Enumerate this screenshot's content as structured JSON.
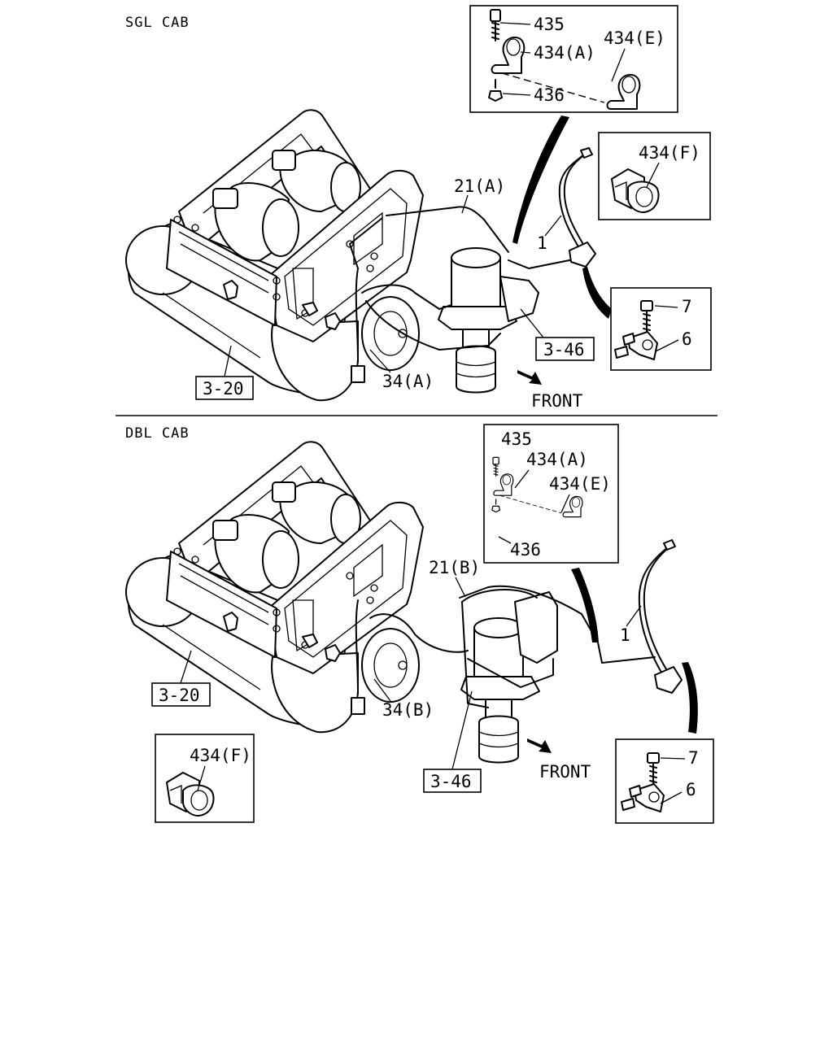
{
  "sections": {
    "sgl": {
      "title": "SGL CAB",
      "labels": {
        "bolt_435": "435",
        "clip_434a": "434(A)",
        "clip_434e": "434(E)",
        "nut_436": "436",
        "clip_434f": "434(F)",
        "pipe_21a": "21(A)",
        "hose_1": "1",
        "bolt_7": "7",
        "connector_6": "6",
        "ref_3_46": "3-46",
        "ref_3_20": "3-20",
        "pipe_34a": "34(A)",
        "front": "FRONT"
      }
    },
    "dbl": {
      "title": "DBL CAB",
      "labels": {
        "bolt_435": "435",
        "clip_434a": "434(A)",
        "clip_434e": "434(E)",
        "nut_436": "436",
        "pipe_21b": "21(B)",
        "hose_1": "1",
        "ref_3_20": "3-20",
        "pipe_34b": "34(B)",
        "clip_434f": "434(F)",
        "ref_3_46": "3-46",
        "front": "FRONT",
        "bolt_7": "7",
        "connector_6": "6"
      }
    }
  }
}
